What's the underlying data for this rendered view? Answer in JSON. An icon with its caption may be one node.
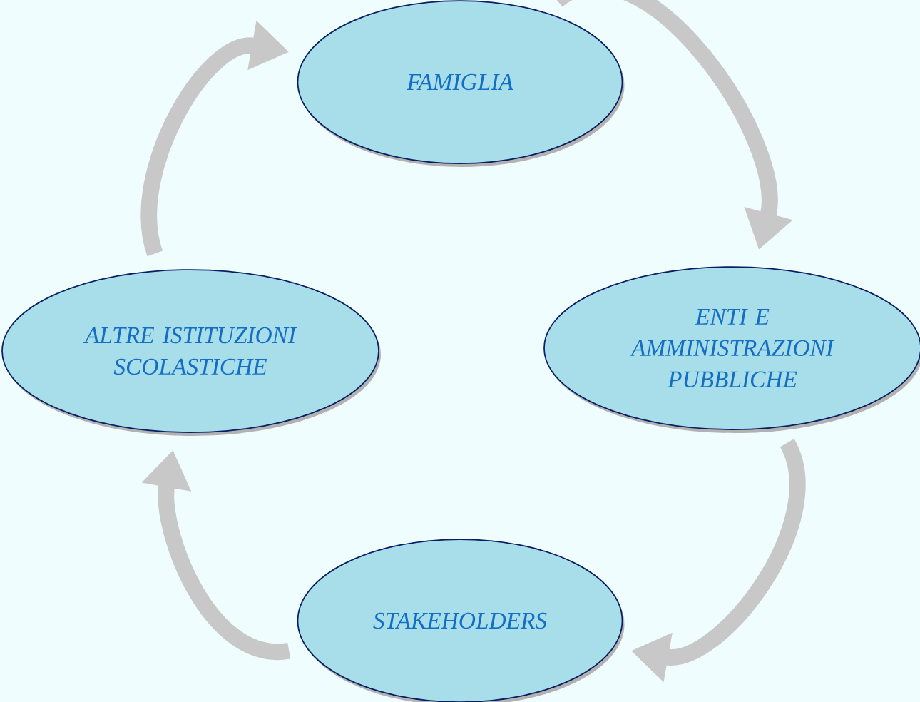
{
  "diagram": {
    "nodes": [
      {
        "text": [
          "FAMIGLIA"
        ]
      },
      {
        "text": [
          "ENTI E AMMINISTRAZIONI PUBBLICHE"
        ]
      },
      {
        "text": [
          "STAKEHOLDERS"
        ]
      },
      {
        "text": [
          "ALTRE ISTITUZIONI SCOLASTICHE"
        ]
      }
    ],
    "edges": [
      {
        "from": 0,
        "to": 1,
        "arrow": "to"
      },
      {
        "from": 1,
        "to": 2,
        "arrow": "to"
      },
      {
        "from": 2,
        "to": 3,
        "arrow": "to"
      },
      {
        "from": 3,
        "to": 0,
        "arrow": "to"
      }
    ]
  }
}
